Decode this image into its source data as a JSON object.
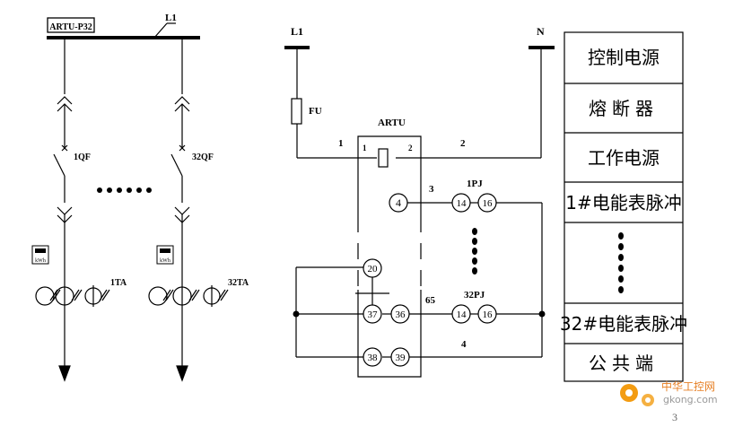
{
  "left": {
    "device_box": "ARTU-P32",
    "bus_label": "L1",
    "breaker_1": "1QF",
    "breaker_32": "32QF",
    "meter_text": "kWh",
    "ct_1": "1TA",
    "ct_32": "32TA"
  },
  "right": {
    "l1_label": "L1",
    "n_label": "N",
    "fuse_label": "FU",
    "device_label": "ARTU",
    "wire_1": "1",
    "wire_2": "2",
    "pin_1": "1",
    "pin_2": "2",
    "wire_3": "3",
    "pulse_1": "1PJ",
    "pulse_32": "32PJ",
    "wire_65": "65",
    "wire_4": "4",
    "term_4": "4",
    "term_14a": "14",
    "term_16a": "16",
    "term_20": "20",
    "term_37": "37",
    "term_36": "36",
    "term_14b": "14",
    "term_16b": "16",
    "term_38": "38",
    "term_39": "39"
  },
  "legend": {
    "rows": [
      "控制电源",
      "熔断器",
      "工作电源",
      "1#电能表脉冲",
      "32#电能表脉冲",
      "公共端"
    ]
  },
  "watermark": {
    "name": "中华工控网",
    "url": "gkong.com"
  },
  "page_number": "3"
}
